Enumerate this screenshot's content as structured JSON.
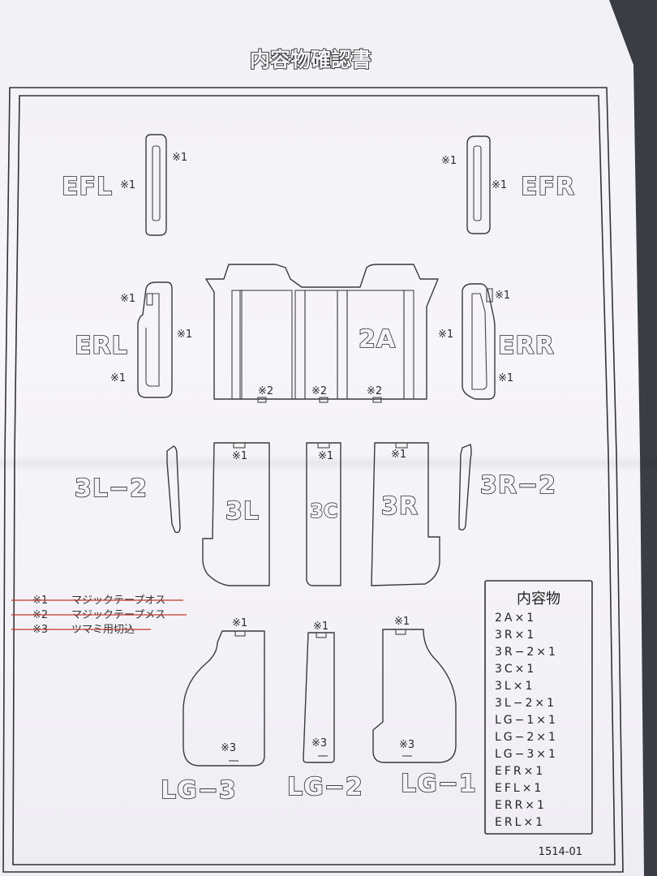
{
  "title": "内容物確認書",
  "marks": {
    "m1": "※1",
    "m2": "※2",
    "m3": "※3"
  },
  "parts": {
    "efl": "EFL",
    "efr": "EFR",
    "erl": "ERL",
    "err": "ERR",
    "p2a": "2A",
    "p3l2": "3L−2",
    "p3r2": "3R−2",
    "p3l": "3L",
    "p3c": "3C",
    "p3r": "3R",
    "lg3": "LG−3",
    "lg2": "LG−2",
    "lg1": "LG−1"
  },
  "legend": [
    {
      "mark": "※1",
      "text": "マジックテープオス"
    },
    {
      "mark": "※2",
      "text": "マジックテープメス"
    },
    {
      "mark": "※3",
      "text": "ツマミ用切込"
    }
  ],
  "contents": {
    "header": "内容物",
    "items": [
      "2A×1",
      "3R×1",
      "3R−2×1",
      "3C×1",
      "3L×1",
      "3L−2×1",
      "LG−1×1",
      "LG−2×1",
      "LG−3×1",
      "EFR×1",
      "EFL×1",
      "ERR×1",
      "ERL×1"
    ]
  },
  "doc_code": "1514-01",
  "colors": {
    "paper": "#f4f3f8",
    "ink": "#2a2a2a",
    "strike": "#c0392b",
    "background": "#3b3d44"
  }
}
